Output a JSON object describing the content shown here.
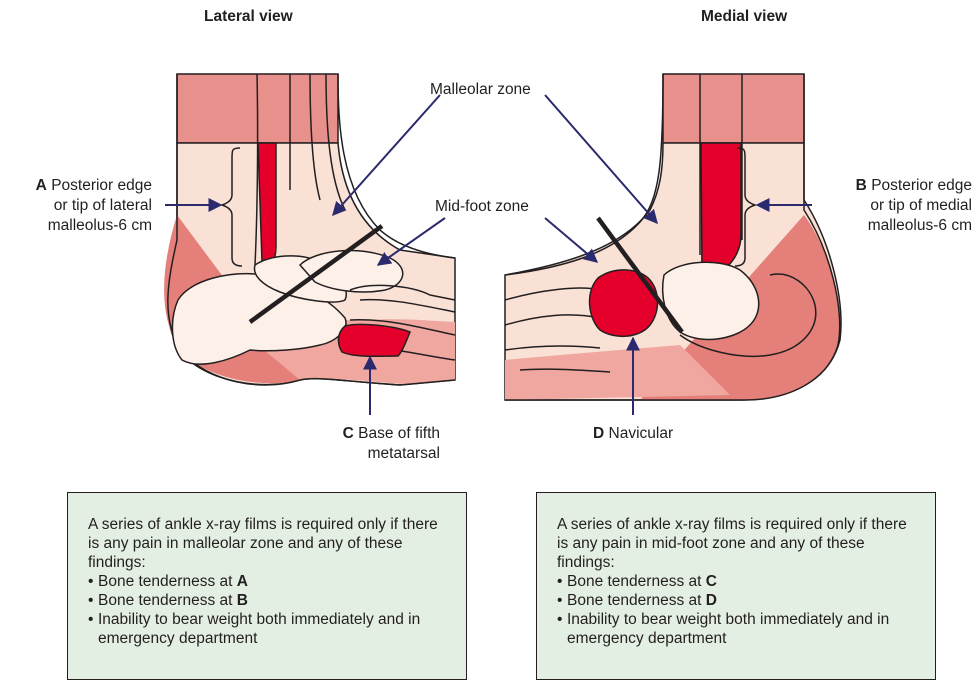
{
  "lateral": {
    "title": "Lateral view",
    "label_a": {
      "letter": "A",
      "line1": "Posterior edge",
      "line2": "or tip of lateral",
      "line3": "malleolus-6 cm"
    },
    "label_c": {
      "letter": "C",
      "line1": "Base of fifth",
      "line2": "metatarsal"
    }
  },
  "medial": {
    "title": "Medial view",
    "label_b": {
      "letter": "B",
      "line1": "Posterior edge",
      "line2": "or tip of medial",
      "line3": "malleolus-6 cm"
    },
    "label_d": {
      "letter": "D",
      "text": "Navicular"
    }
  },
  "zones": {
    "malleolar": "Malleolar zone",
    "midfoot": "Mid-foot zone"
  },
  "boxes": [
    {
      "intro": "A series of ankle x-ray films is required only if there is any pain in malleolar zone and any of these findings:",
      "items": [
        {
          "text": "Bone tenderness at ",
          "bold": "A"
        },
        {
          "text": "Bone tenderness at ",
          "bold": "B"
        },
        {
          "text": "Inability to bear weight both immediately and in emergency department",
          "bold": ""
        }
      ]
    },
    {
      "intro": "A series of ankle x-ray films is required only if there is any pain in mid-foot zone and any of these findings:",
      "items": [
        {
          "text": "Bone tenderness at ",
          "bold": "C"
        },
        {
          "text": "Bone tenderness at ",
          "bold": "D"
        },
        {
          "text": "Inability to bear weight both immediately and in emergency department",
          "bold": ""
        }
      ]
    }
  ],
  "colors": {
    "skin_light": "#f9e1d6",
    "skin_mid": "#f0a79f",
    "skin_dark": "#e47f7a",
    "bone": "#fdf0e8",
    "highlight_red": "#e4002b",
    "arrow_navy": "#2b2a6e",
    "box_fill": "#e4efe3"
  }
}
